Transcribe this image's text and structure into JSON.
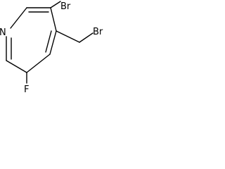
{
  "structure": {
    "atoms": {
      "nitrogen": "N",
      "bromine_ring": "Br",
      "bromine_methyl": "Br",
      "fluorine": "F"
    }
  },
  "colors": {
    "bond": "#000000",
    "label": "#000000",
    "background": "#ffffff"
  }
}
